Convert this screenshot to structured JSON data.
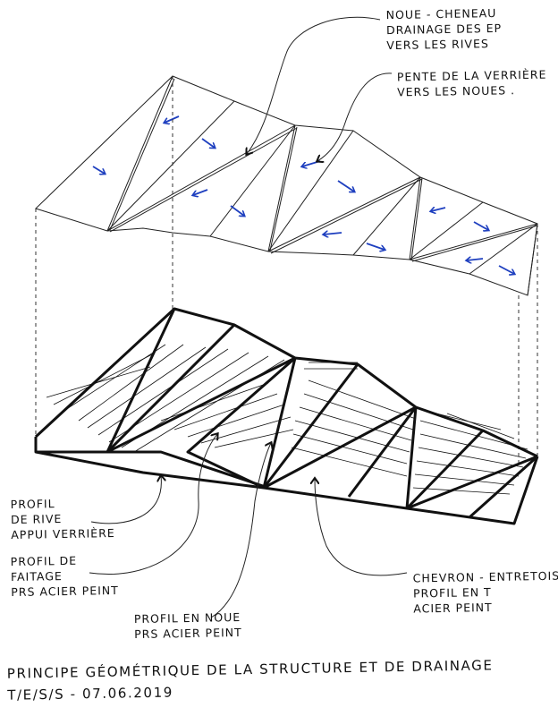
{
  "labels": {
    "noue_cheneau": [
      "NOUE - CHENEAU",
      "DRAINAGE DES EP",
      "VERS LES RIVES"
    ],
    "pente_verriere": [
      "PENTE DE LA VERRIÈRE",
      "VERS LES NOUES ."
    ],
    "profil_rive": [
      "PROFIL",
      "DE RIVE",
      "APPUI VERRIÈRE"
    ],
    "profil_faitage": [
      "PROFIL DE",
      "FAITAGE",
      "PRS ACIER PEINT"
    ],
    "profil_noue": [
      "PROFIL EN NOUE",
      "PRS ACIER PEINT"
    ],
    "chevron": [
      "CHEVRON - ENTRETOISE",
      "PROFIL EN T",
      "ACIER PEINT"
    ]
  },
  "caption": {
    "title": "PRINCIPE GÉOMÉTRIQUE DE LA STRUCTURE ET DE DRAINAGE",
    "signature": "T/E/S/S - 07.06.2019"
  },
  "colors": {
    "ink": "#111111",
    "arrow": "#1e3fbf",
    "paper": "#ffffff"
  }
}
